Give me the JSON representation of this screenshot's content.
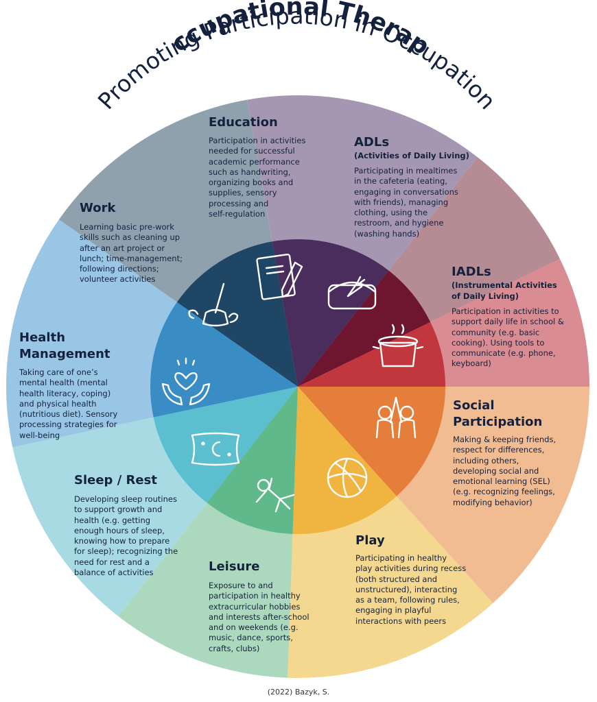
{
  "title": "Occupational Therapy",
  "subtitle": "Promoting Participation in Occupation",
  "credit": "(2022) Bazyk, S.",
  "segments": [
    {
      "id": "education",
      "title": "Education",
      "desc": [
        "Participation in activities",
        "needed for successful",
        "academic performance",
        "such as handwriting,",
        "organizing books and",
        "supplies, sensory",
        "processing and",
        "self-regulation"
      ],
      "icon": "notebook-pencil-icon",
      "outer_color": "#a597b1",
      "inner_color": "#4a2d5c"
    },
    {
      "id": "adls",
      "title": "ADLs",
      "subtitle": "(Activities of Daily Living)",
      "desc": [
        "Participating in mealtimes",
        "in the cafeteria (eating,",
        "engaging in conversations",
        "with friends), managing",
        "clothing, using the",
        "restroom, and hygiene",
        "(washing hands)"
      ],
      "icon": "lunchbox-icon",
      "outer_color": "#b58b94",
      "inner_color": "#6e1630"
    },
    {
      "id": "iadls",
      "title": "IADLs",
      "subtitle": [
        "(Instrumental Activities",
        "of Daily Living)"
      ],
      "desc": [
        "Participation in activities to",
        "support daily life in school &",
        "community (e.g. basic",
        "cooking). Using tools to",
        "communicate (e.g. phone,",
        "keyboard)"
      ],
      "icon": "cooking-pot-icon",
      "outer_color": "#d98c92",
      "inner_color": "#c2373d"
    },
    {
      "id": "social",
      "title": [
        "Social",
        "Participation"
      ],
      "desc": [
        "Making & keeping friends,",
        "respect for differences,",
        "including others,",
        "developing social and",
        "emotional learning (SEL)",
        "(e.g. recognizing feelings,",
        "modifying behavior)"
      ],
      "icon": "high-five-icon",
      "outer_color": "#f2bc93",
      "inner_color": "#e57e3a"
    },
    {
      "id": "play",
      "title": "Play",
      "desc": [
        "Participating in healthy",
        "play activities during recess",
        "(both structured and",
        "unstructured), interacting",
        "as a team, following rules,",
        "engaging in playful",
        "interactions with peers"
      ],
      "icon": "ball-icon",
      "outer_color": "#f5d88f",
      "inner_color": "#f0b440"
    },
    {
      "id": "leisure",
      "title": "Leisure",
      "desc": [
        "Exposure to and",
        "participation in healthy",
        "extracurricular hobbies",
        "and interests after-school",
        "and on weekends (e.g.",
        "music, dance, sports,",
        "crafts, clubs)"
      ],
      "icon": "dancer-icon",
      "outer_color": "#acd8bd",
      "inner_color": "#5fb98a"
    },
    {
      "id": "sleep",
      "title": "Sleep / Rest",
      "desc": [
        "Developing sleep routines",
        "to support growth and",
        "health (e.g. getting",
        "enough hours of sleep,",
        "knowing how to prepare",
        "for sleep); recognizing the",
        "need for rest and a",
        "balance of activities"
      ],
      "icon": "pillow-moon-icon",
      "outer_color": "#a8dae3",
      "inner_color": "#5bbfcf"
    },
    {
      "id": "health",
      "title": [
        "Health",
        "Management"
      ],
      "desc": [
        "Taking care of one’s",
        "mental health (mental",
        "health literacy, coping)",
        "and physical health",
        "(nutritious diet). Sensory",
        "processing strategies for",
        "well-being"
      ],
      "icon": "hands-heart-icon",
      "outer_color": "#98c6e4",
      "inner_color": "#3a8cc5"
    },
    {
      "id": "work",
      "title": "Work",
      "desc": [
        "Learning basic pre-work",
        "skills such as cleaning up",
        "after an art project or",
        "lunch; time-management;",
        "following directions;",
        "volunteer activities"
      ],
      "icon": "mop-icon",
      "outer_color": "#8fa1ad",
      "inner_color": "#1f4664"
    }
  ]
}
